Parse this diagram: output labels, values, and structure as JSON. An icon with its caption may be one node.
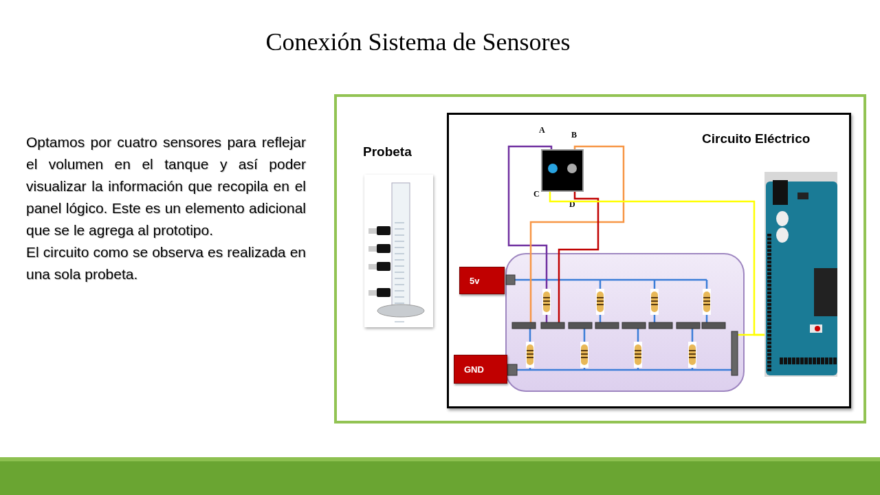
{
  "diagram": {
    "title": "Conexión Sistema de Sensores",
    "nodes": [
      {
        "text": [
          "Probeta"
        ]
      },
      {
        "text": [],
        "shape": "box"
      },
      {
        "text": [],
        "shape": "box"
      },
      {
        "text": [
          "5v"
        ]
      },
      {
        "text": [
          "GND"
        ]
      },
      {
        "text": [],
        "shape": "box"
      }
    ],
    "edges": [
      {
        "from": 1,
        "to": 2,
        "arrow": "none",
        "color": "#7030a0"
      },
      {
        "from": 1,
        "to": 2,
        "arrow": "none",
        "color": "#f79646"
      },
      {
        "from": 1,
        "to": 2,
        "arrow": "none",
        "color": "#c00000"
      },
      {
        "from": 1,
        "to": 5,
        "arrow": "none",
        "color": "#ffff00"
      },
      {
        "from": 2,
        "to": 5,
        "arrow": "none",
        "color": "#ffff00"
      }
    ],
    "labels": [
      "Optamos por cuatro sensores para reflejar el volumen en el tanque y así poder visualizar la información que recopila en el panel lógico. Este es un elemento adicional que se le agrega al prototipo.",
      "El circuito como se observa es realizada en una sola probeta.",
      "Circuito Eléctrico",
      "A",
      "B",
      "C",
      "D"
    ]
  }
}
